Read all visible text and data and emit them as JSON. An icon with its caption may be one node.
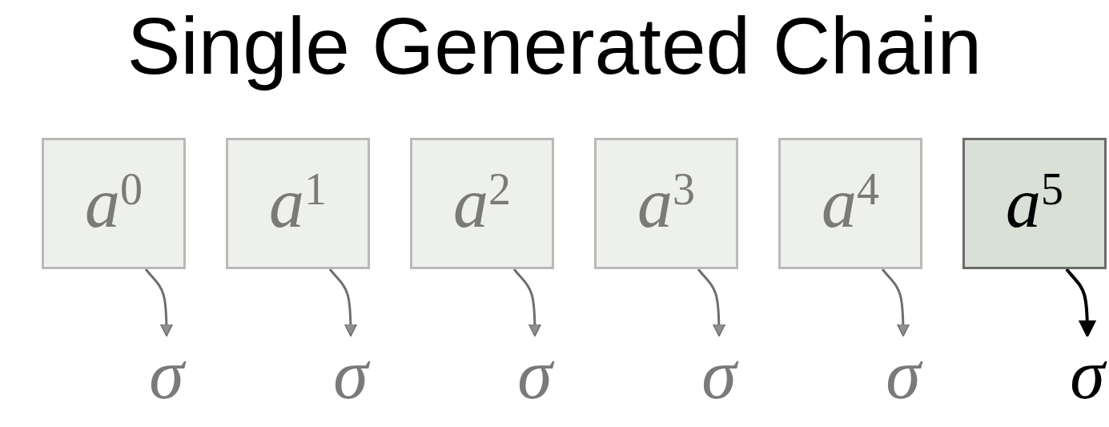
{
  "diagram": {
    "title": "Single Generated Chain",
    "nodes": [
      {
        "text": [
          "a$^{0}$"
        ]
      },
      {
        "text": [
          "a$^{1}$"
        ]
      },
      {
        "text": [
          "a$^{2}$"
        ]
      },
      {
        "text": [
          "a$^{3}$"
        ]
      },
      {
        "text": [
          "a$^{4}$"
        ]
      },
      {
        "text": [
          "a$^{5}$"
        ]
      },
      {
        "text": [
          "σ"
        ]
      },
      {
        "text": [
          "σ"
        ]
      },
      {
        "text": [
          "σ"
        ]
      },
      {
        "text": [
          "σ"
        ]
      },
      {
        "text": [
          "σ"
        ]
      },
      {
        "text": [
          "σ"
        ]
      }
    ],
    "edges": [
      {
        "from": 0,
        "to": 6,
        "arrow": "to"
      },
      {
        "from": 1,
        "to": 7,
        "arrow": "to"
      },
      {
        "from": 2,
        "to": 8,
        "arrow": "to"
      },
      {
        "from": 3,
        "to": 9,
        "arrow": "to"
      },
      {
        "from": 4,
        "to": 10,
        "arrow": "to"
      },
      {
        "from": 5,
        "to": 11,
        "arrow": "to",
        "color": "#000000"
      }
    ]
  }
}
